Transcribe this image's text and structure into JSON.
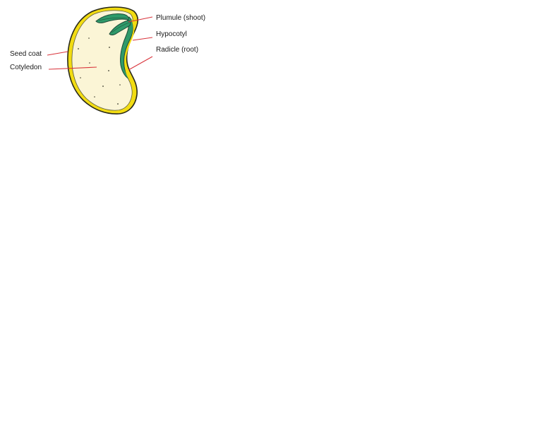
{
  "labels": {
    "plumule": "Plumule (shoot)",
    "hypocotyl": "Hypocotyl",
    "radicle": "Radicle (root)",
    "seed_coat": "Seed coat",
    "cotyledon": "Cotyledon"
  },
  "colors": {
    "seed_coat": "#f2dc12",
    "seed_outline": "#2a2a1a",
    "cotyledon_fill": "#fbf5d6",
    "embryo_green": "#2f9a6a",
    "embryo_dark": "#1f4d3a",
    "leader_line": "#d9343c"
  }
}
